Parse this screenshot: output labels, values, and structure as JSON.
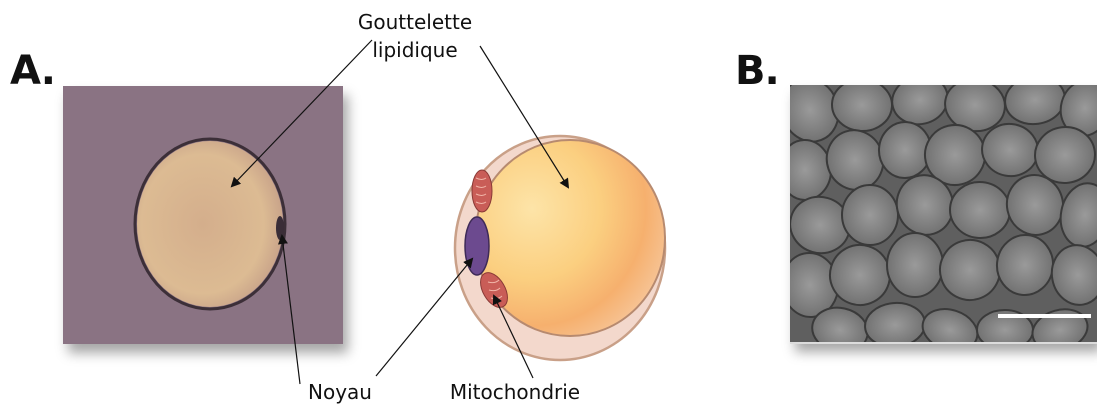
{
  "panels": {
    "a_letter": "A.",
    "b_letter": "B."
  },
  "labels": {
    "lipid_droplet_line1": "Gouttelette",
    "lipid_droplet_line2": "lipidique",
    "nucleus": "Noyau",
    "mitochondria": "Mitochondrie"
  },
  "colors": {
    "micrograph_bg": "#8a7383",
    "droplet_fill": "#d9b48e",
    "cell_membrane": "#d9a890",
    "droplet_gradient_light": "#fde7b0",
    "droplet_gradient_dark": "#f4a766",
    "nucleus_fill": "#6c4a8f",
    "mitochondria_fill": "#c95d57",
    "sem_bg": "#5d5d5d",
    "scale_bar": "#ffffff"
  }
}
